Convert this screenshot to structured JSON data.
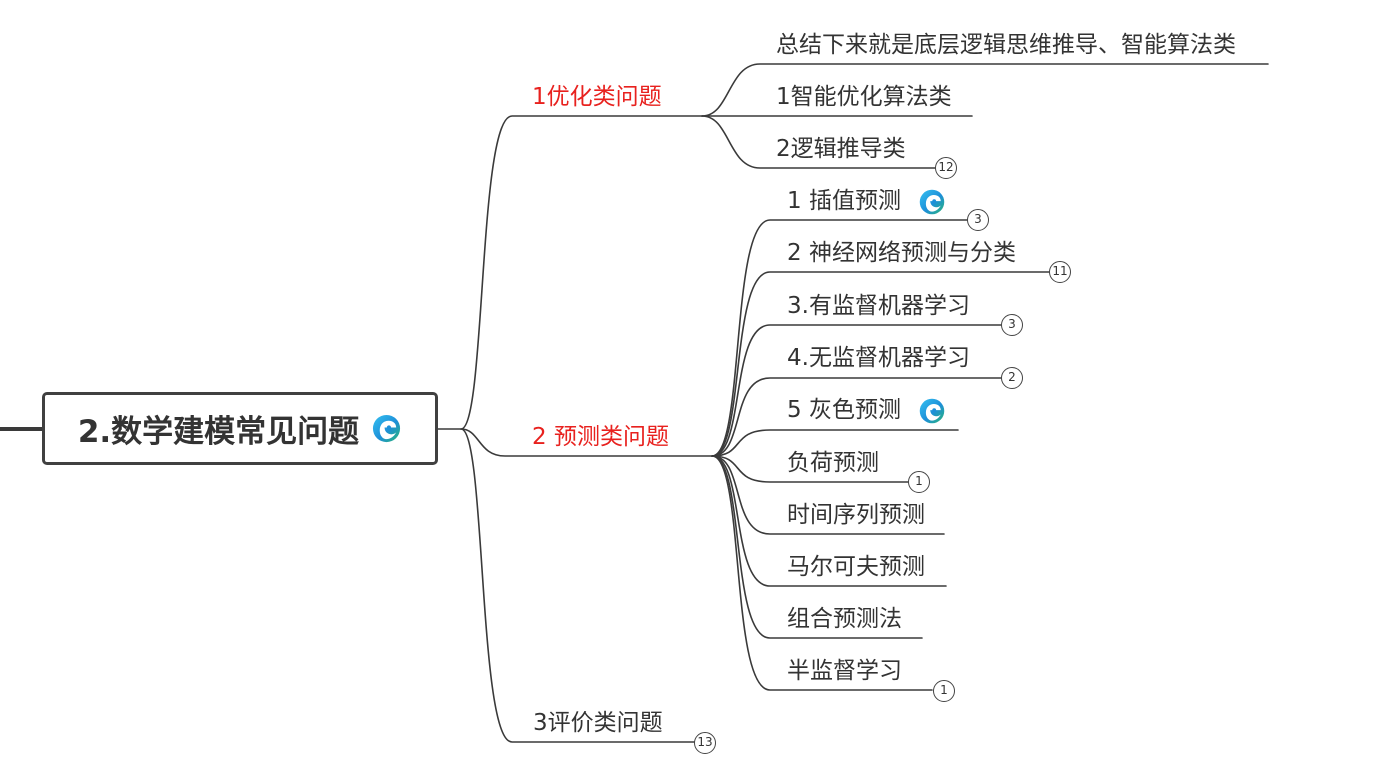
{
  "root": {
    "label": "2.数学建模常见问题",
    "icon": "edge-browser-icon"
  },
  "branches": [
    {
      "label": "1优化类问题",
      "color": "#e8211e",
      "children": [
        {
          "label": "总结下来就是底层逻辑思维推导、智能算法类"
        },
        {
          "label": "1智能优化算法类"
        },
        {
          "label": "2逻辑推导类",
          "badge": "12"
        }
      ]
    },
    {
      "label": "2 预测类问题",
      "color": "#e8211e",
      "children": [
        {
          "label": "1 插值预测",
          "icon": "edge-browser-icon",
          "badge": "3"
        },
        {
          "label": "2 神经网络预测与分类",
          "badge": "11"
        },
        {
          "label": "3.有监督机器学习",
          "badge": "3"
        },
        {
          "label": "4.无监督机器学习",
          "badge": "2"
        },
        {
          "label": "5 灰色预测",
          "icon": "edge-browser-icon"
        },
        {
          "label": "负荷预测",
          "badge": "1"
        },
        {
          "label": "时间序列预测"
        },
        {
          "label": "马尔可夫预测"
        },
        {
          "label": "组合预测法"
        },
        {
          "label": "半监督学习",
          "badge": "1"
        }
      ]
    },
    {
      "label": "3评价类问题",
      "color": "#333333",
      "badge": "13"
    }
  ],
  "colors": {
    "line": "#3a3a3a",
    "red": "#e8211e",
    "text": "#333333"
  }
}
